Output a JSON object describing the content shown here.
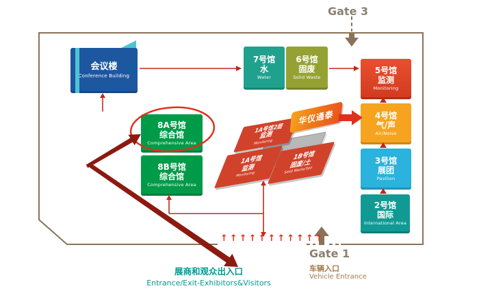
{
  "map": {
    "gate3": {
      "label": "Gate 3"
    },
    "gate1": {
      "label": "Gate 1",
      "cn": "车辆入口",
      "en": "Vehicle Entrance"
    },
    "entrance": {
      "cn": "展商和观众出入口",
      "en": "Entrance/Exit-Exhibitors&Visitors",
      "arrows": "↑↑↑↑↑↑↑↑↑↑↑"
    },
    "sponsor": {
      "label": "华仪通泰"
    },
    "halls": {
      "conference": {
        "cn": "会议楼",
        "en": "Conference Building",
        "color": "#1d57a0"
      },
      "h7": {
        "no": "7号馆",
        "cn": "水",
        "en": "Water",
        "color": "#1fa18e"
      },
      "h6": {
        "no": "6号馆",
        "cn": "固废",
        "en": "Solid Waste",
        "color": "#95a233"
      },
      "h5": {
        "no": "5号馆",
        "cn": "监测",
        "en": "Monitoring",
        "color": "#e14a2d"
      },
      "h4": {
        "no": "4号馆",
        "cn": "气/声",
        "en": "Air/Noise",
        "color": "#f6a41f"
      },
      "h3": {
        "no": "3号馆",
        "cn": "展团",
        "en": "Pavilion",
        "color": "#2ab3dd"
      },
      "h2": {
        "no": "2号馆",
        "cn": "国际",
        "en": "International Area",
        "color": "#119a93"
      },
      "h8a": {
        "no": "8A号馆",
        "cn": "综合馆",
        "en": "Comprehensive Area",
        "color": "#009b48"
      },
      "h8b": {
        "no": "8B号馆",
        "cn": "综合馆",
        "en": "Comprehensive Area",
        "color": "#009b48"
      },
      "h1a2": {
        "no": "1A号馆2层",
        "cn": "监测",
        "en": "Monitoring",
        "color": "#d1422a"
      },
      "h1a": {
        "no": "1A号馆",
        "cn": "监测",
        "en": "Monitoring",
        "color": "#d1422a"
      },
      "h1b": {
        "no": "1B号馆",
        "cn": "固废/土",
        "en": "Solid Waste/Soil",
        "color": "#d1422a"
      }
    },
    "colors": {
      "outline": "#8a7259",
      "connector_red": "#c1281e",
      "annotation_arrow": "#8c1a10",
      "highlight_ellipse": "#e0301e",
      "entrance_teal": "#009a8f",
      "gate_text": "#8b8171",
      "brown_text": "#a5794f"
    }
  }
}
